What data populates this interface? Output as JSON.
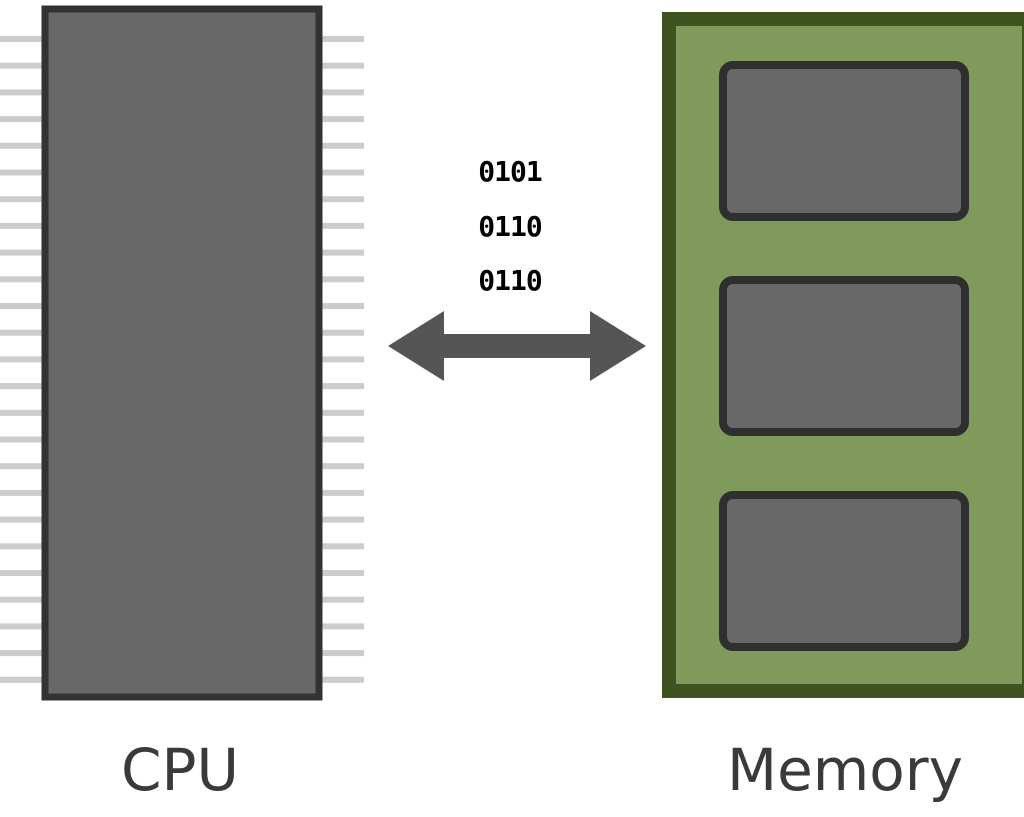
{
  "labels": {
    "cpu": "CPU",
    "memory": "Memory"
  },
  "data_bits": [
    "0101",
    "0110",
    "0110"
  ],
  "colors": {
    "chip_body": "#686868",
    "chip_border": "#333333",
    "chip_pins": "#cccccc",
    "arrow": "#555555",
    "memory_board": "#7f9a5a",
    "memory_border": "#3d5420",
    "memory_cells": "#686868",
    "memory_cell_border": "#2f2f2f",
    "label_text": "#3a3a3a"
  },
  "icons": {
    "cpu": "cpu-chip-icon",
    "memory": "memory-module-icon",
    "transfer": "double-arrow-icon"
  }
}
